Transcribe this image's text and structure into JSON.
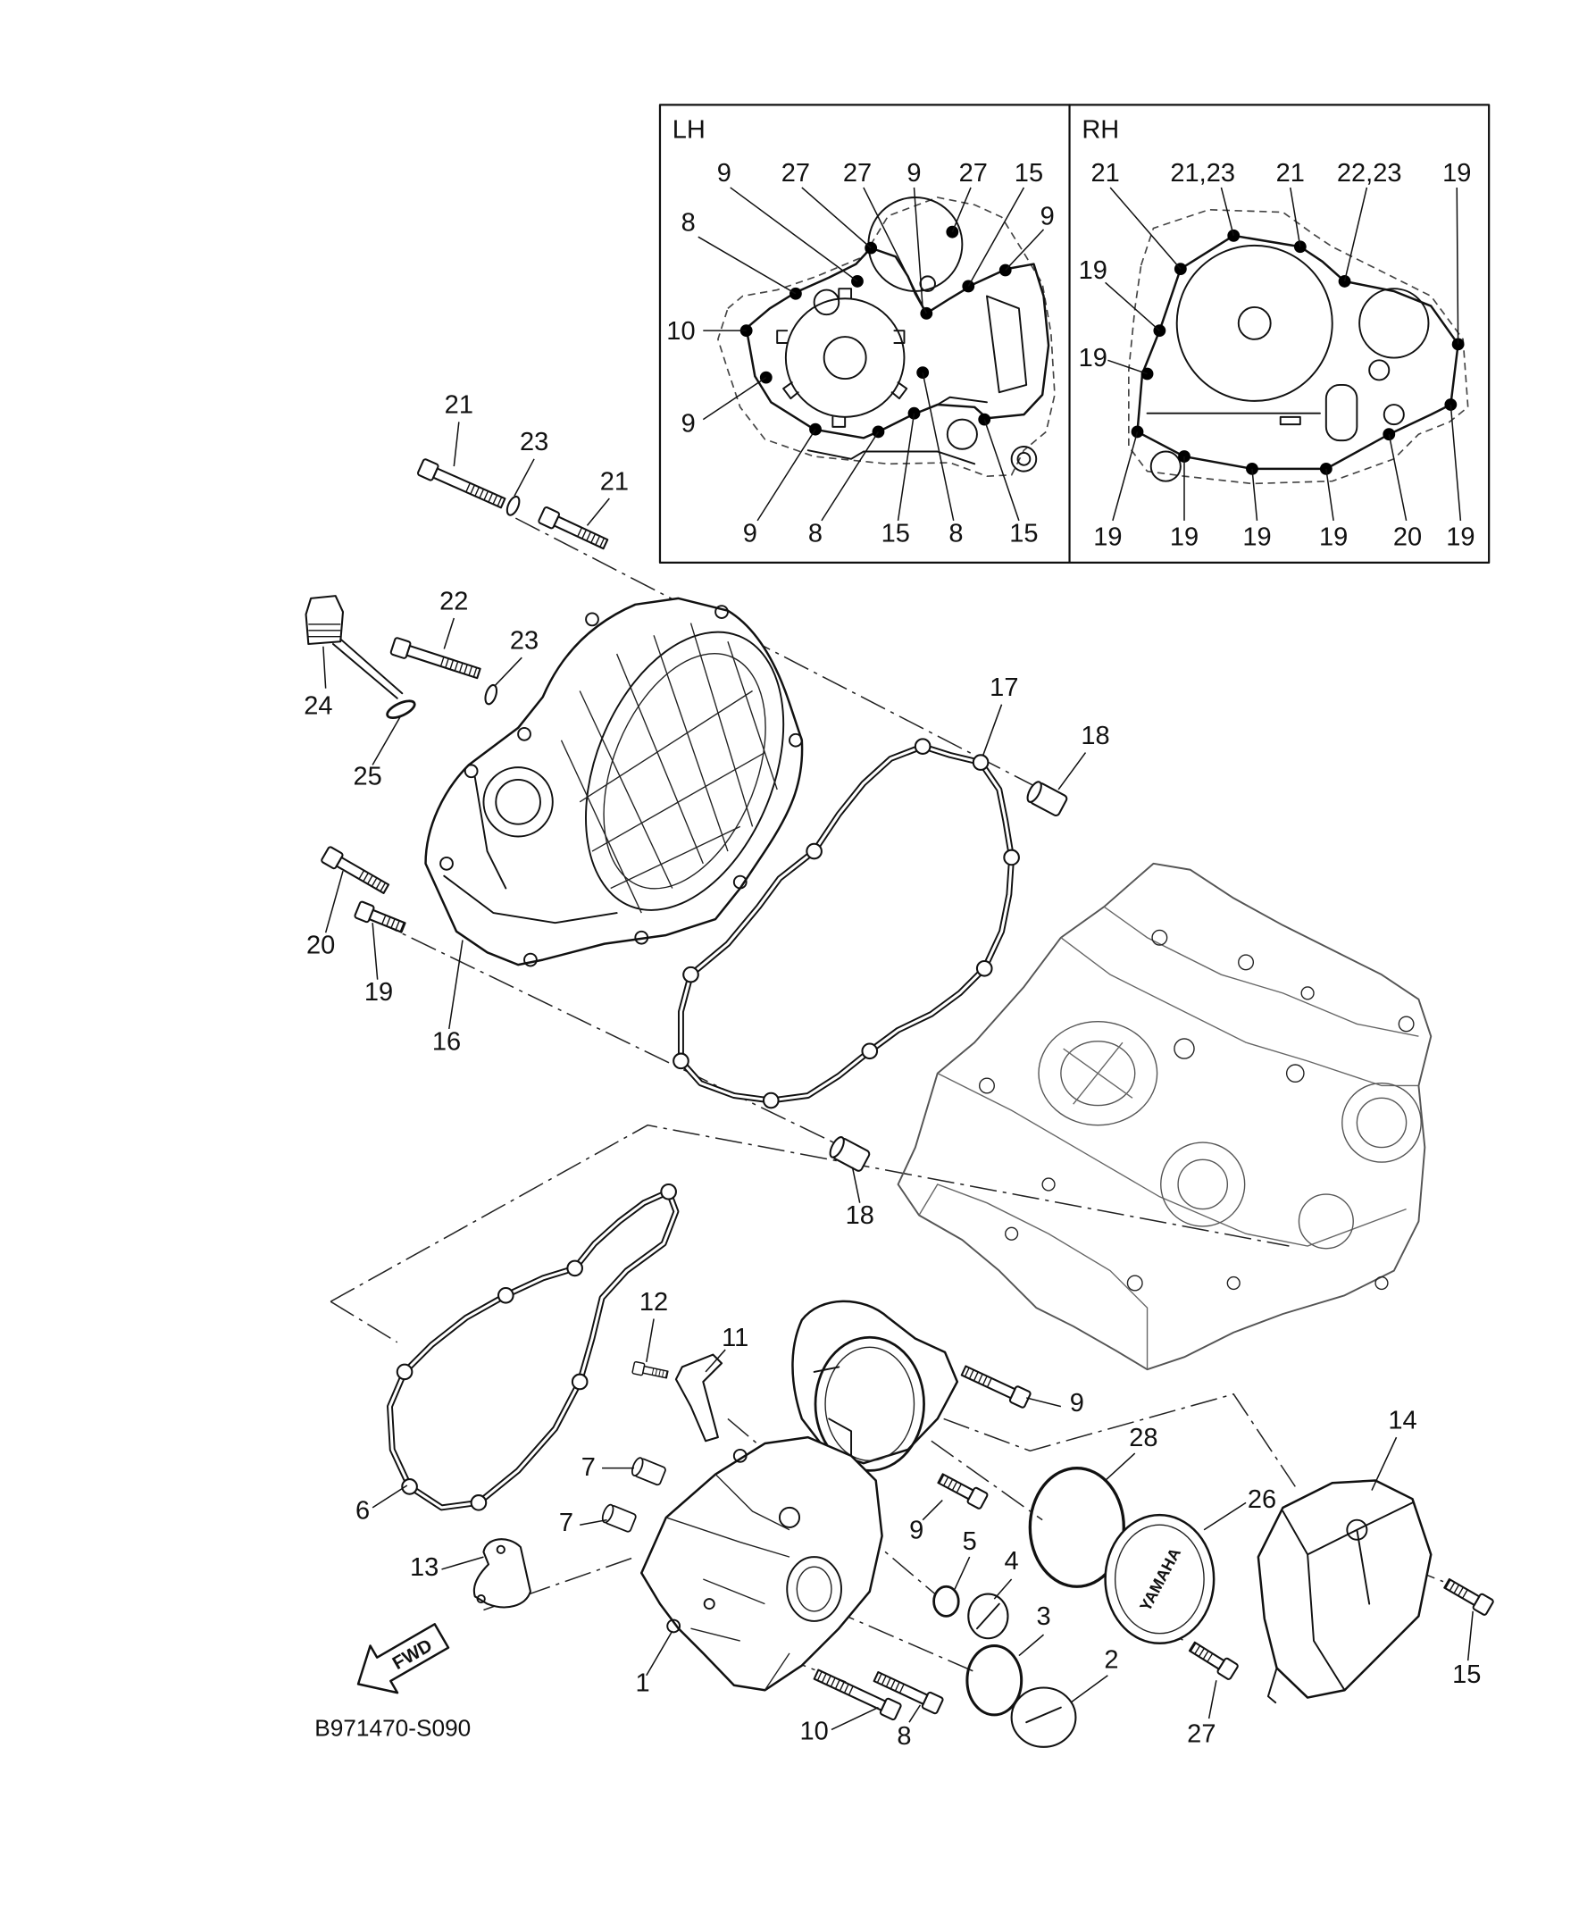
{
  "figure_code": "B971470-S090",
  "fwd_label": "FWD",
  "cover_logo": "YAMAHA",
  "inset": {
    "lh_label": "LH",
    "rh_label": "RH",
    "lh_callouts": [
      "9",
      "27",
      "27",
      "9",
      "27",
      "15",
      "9",
      "8",
      "10",
      "9",
      "9",
      "8",
      "15",
      "8",
      "15"
    ],
    "rh_callouts": [
      "21",
      "21,23",
      "21",
      "22,23",
      "19",
      "19",
      "19",
      "19",
      "19",
      "19",
      "19",
      "20",
      "19"
    ]
  },
  "callouts": [
    "21",
    "23",
    "21",
    "22",
    "23",
    "24",
    "25",
    "17",
    "18",
    "20",
    "19",
    "16",
    "18",
    "12",
    "11",
    "9",
    "28",
    "14",
    "7",
    "26",
    "6",
    "7",
    "9",
    "5",
    "4",
    "13",
    "3",
    "2",
    "15",
    "1",
    "27",
    "10",
    "8"
  ]
}
